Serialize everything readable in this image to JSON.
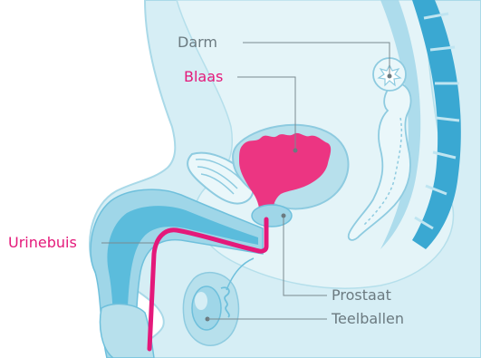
{
  "labels": {
    "darm": "Darm",
    "blaas": "Blaas",
    "urinebuis": "Urinebuis",
    "prostaat": "Prostaat",
    "teelballen": "Teelballen"
  },
  "colors": {
    "body_fill": "#cfeaf2",
    "body_edge": "#9fd3e3",
    "deep_blue": "#5bbcdc",
    "spine_blue": "#3aa8d2",
    "organ_outline": "#8ecbe0",
    "highlight_pink": "#e4197a",
    "label_grey": "#6b7a80",
    "leader_line": "#7a8a90"
  }
}
